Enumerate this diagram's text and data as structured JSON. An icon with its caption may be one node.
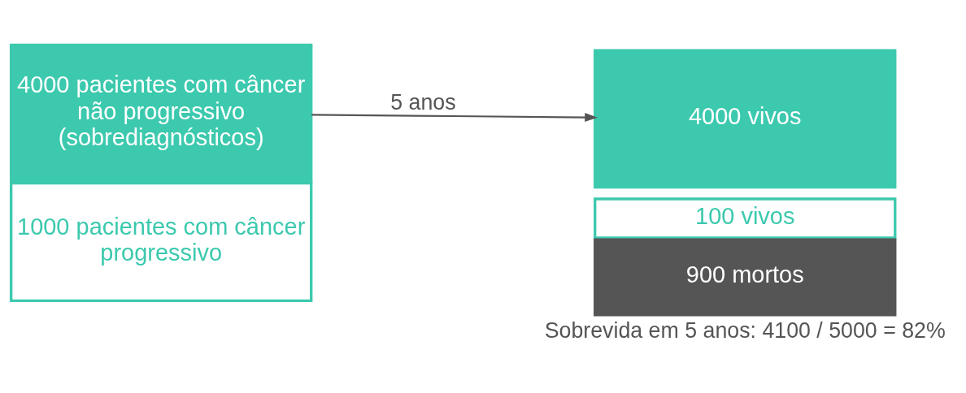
{
  "diagram": {
    "nodes": [
      {
        "text": [
          "4000 pacientes com câncer não progressivo (sobrediagnósticos)"
        ]
      },
      {
        "text": [
          "1000 pacientes com câncer progressivo"
        ]
      },
      {
        "text": [
          "4000 vivos"
        ]
      },
      {
        "text": [
          "100 vivos"
        ]
      },
      {
        "text": [
          "900 mortos"
        ]
      }
    ],
    "edges": [
      {
        "from": 0,
        "to": 2,
        "arrow": "to",
        "label": "5 anos"
      }
    ],
    "labels": [
      "Sobrevida em 5 anos: 4100 / 5000 = 82%"
    ]
  }
}
